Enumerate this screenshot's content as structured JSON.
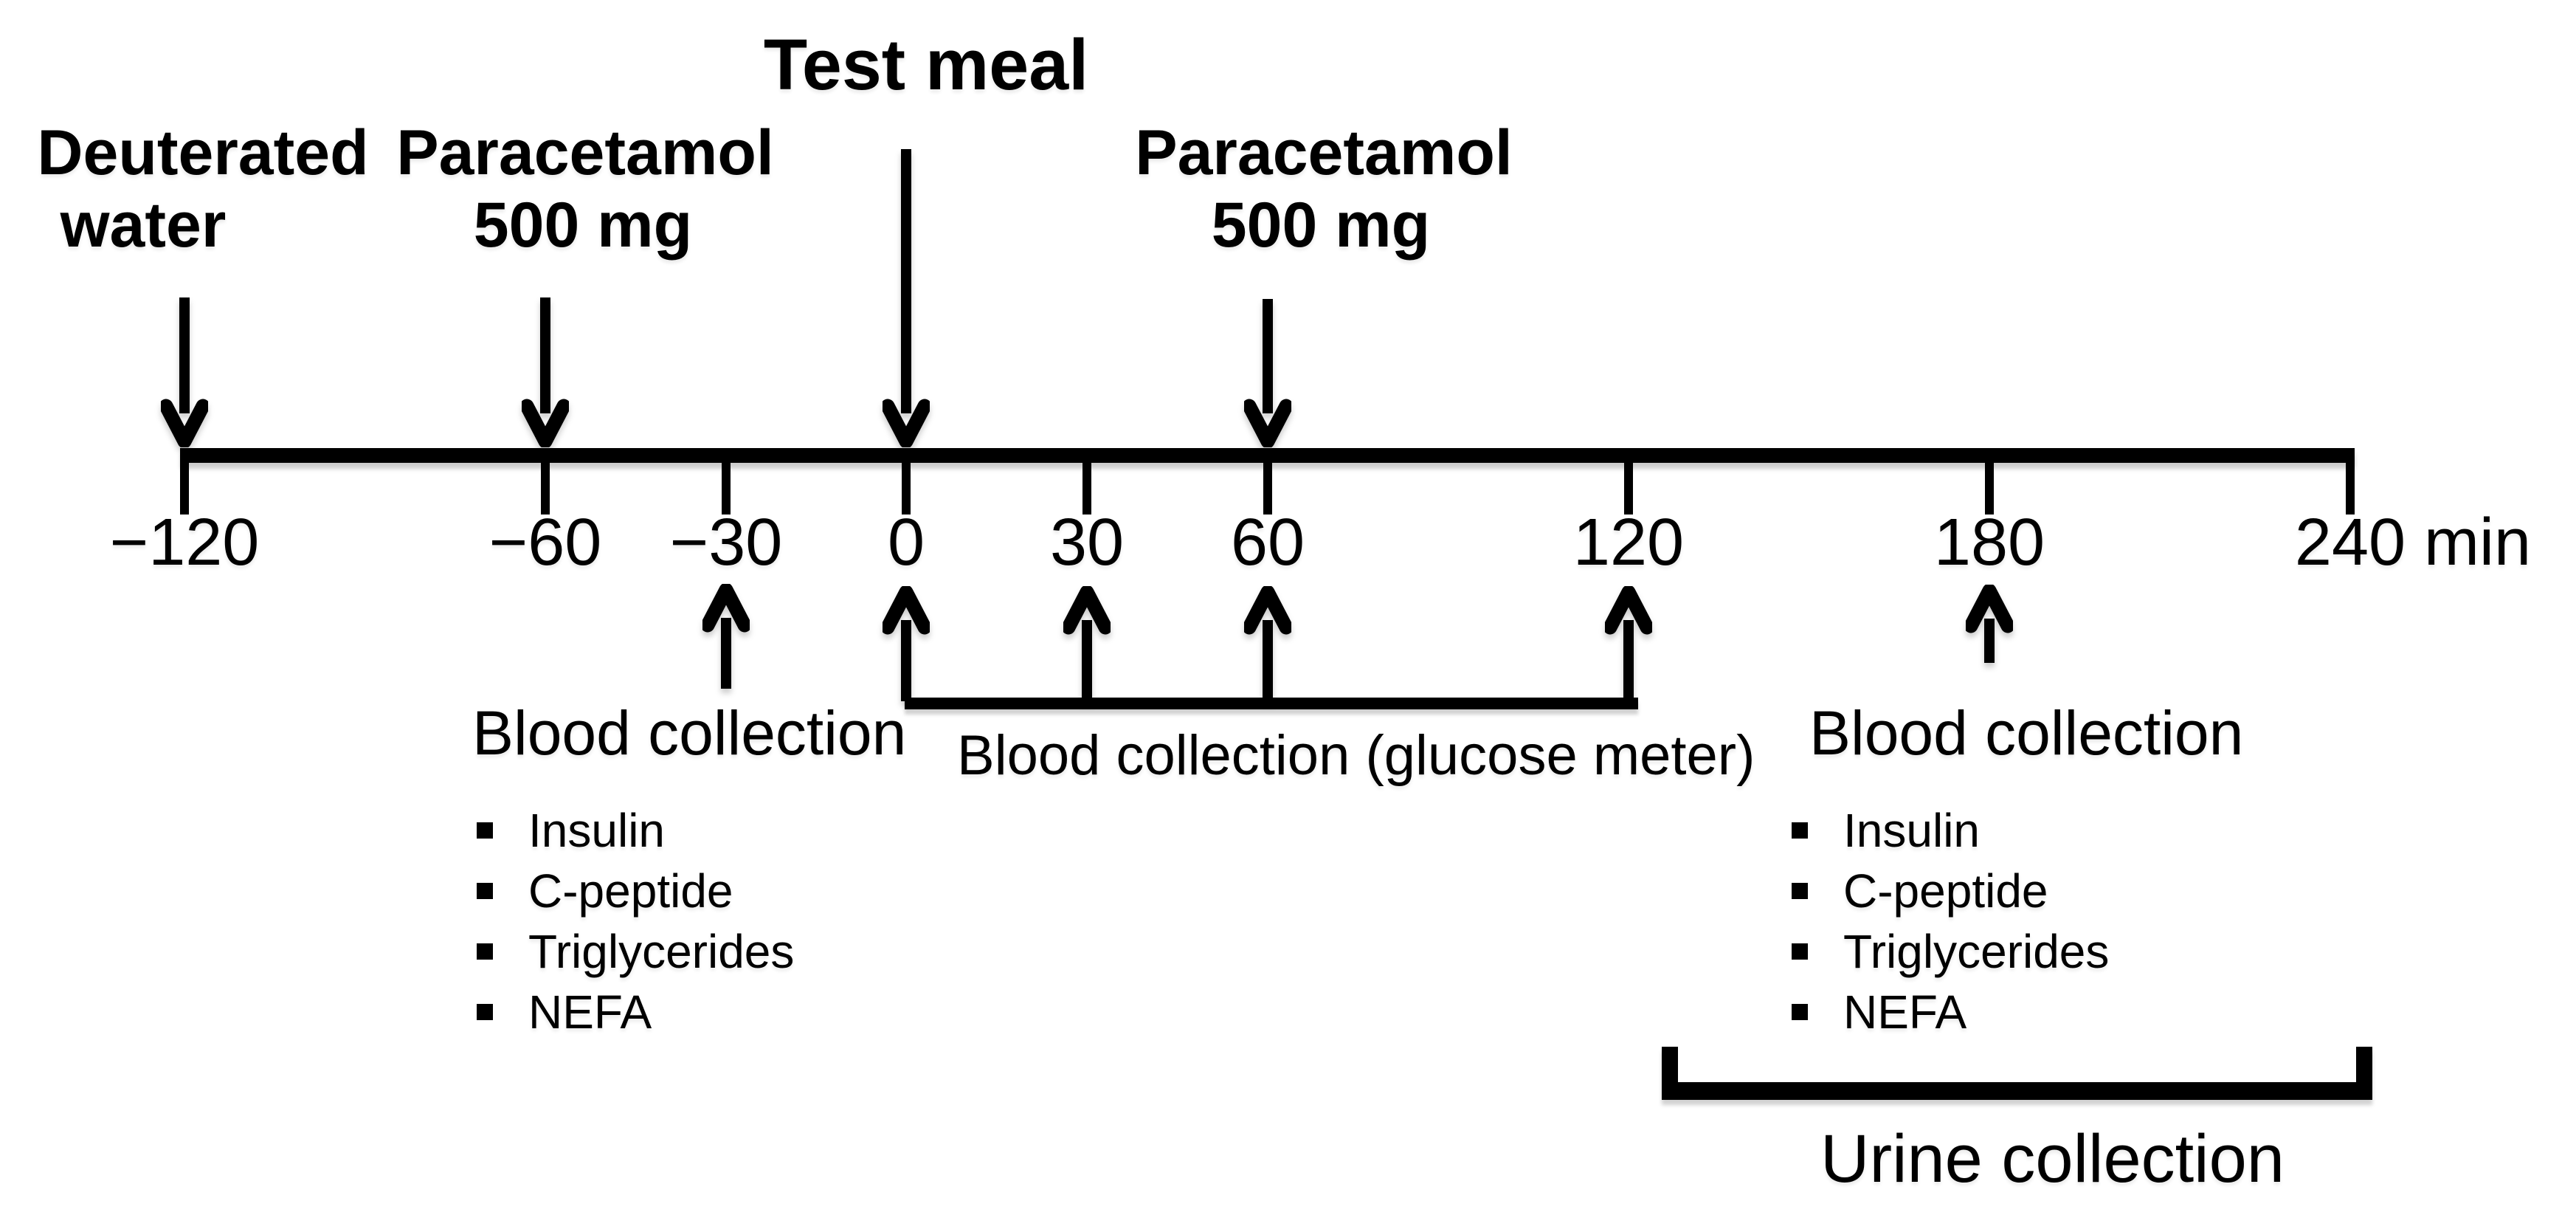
{
  "figure": {
    "background_color": "#ffffff",
    "ink_color": "#000000"
  },
  "timeline": {
    "unit_label": "min",
    "ticks": [
      {
        "time": -120,
        "label": "−120"
      },
      {
        "time": -60,
        "label": "−60"
      },
      {
        "time": -30,
        "label": "−30"
      },
      {
        "time": 0,
        "label": "0"
      },
      {
        "time": 30,
        "label": "30"
      },
      {
        "time": 60,
        "label": "60"
      },
      {
        "time": 120,
        "label": "120"
      },
      {
        "time": 180,
        "label": "180"
      },
      {
        "time": 240,
        "label": "240"
      }
    ]
  },
  "interventions": [
    {
      "time": -120,
      "lines": [
        "Deuterated",
        "water"
      ]
    },
    {
      "time": -60,
      "lines": [
        "Paracetamol",
        "500 mg"
      ]
    },
    {
      "time": 0,
      "lines": [
        "Test meal"
      ]
    },
    {
      "time": 60,
      "lines": [
        "Paracetamol",
        "500 mg"
      ]
    }
  ],
  "sampling": {
    "up_arrow_times": [
      -30,
      0,
      30,
      60,
      120,
      180
    ],
    "left_blood": {
      "heading": "Blood collection",
      "time": -30,
      "analytes": [
        "Insulin",
        "C-peptide",
        "Triglycerides",
        "NEFA"
      ]
    },
    "glucose_meter": {
      "heading": "Blood collection (glucose meter)",
      "times": [
        0,
        30,
        60,
        120
      ],
      "bracket_span": [
        0,
        120
      ]
    },
    "right_blood": {
      "heading": "Blood collection",
      "time": 180,
      "analytes": [
        "Insulin",
        "C-peptide",
        "Triglycerides",
        "NEFA"
      ]
    },
    "urine": {
      "heading": "Urine collection",
      "bracket_span": [
        120,
        240
      ]
    }
  }
}
